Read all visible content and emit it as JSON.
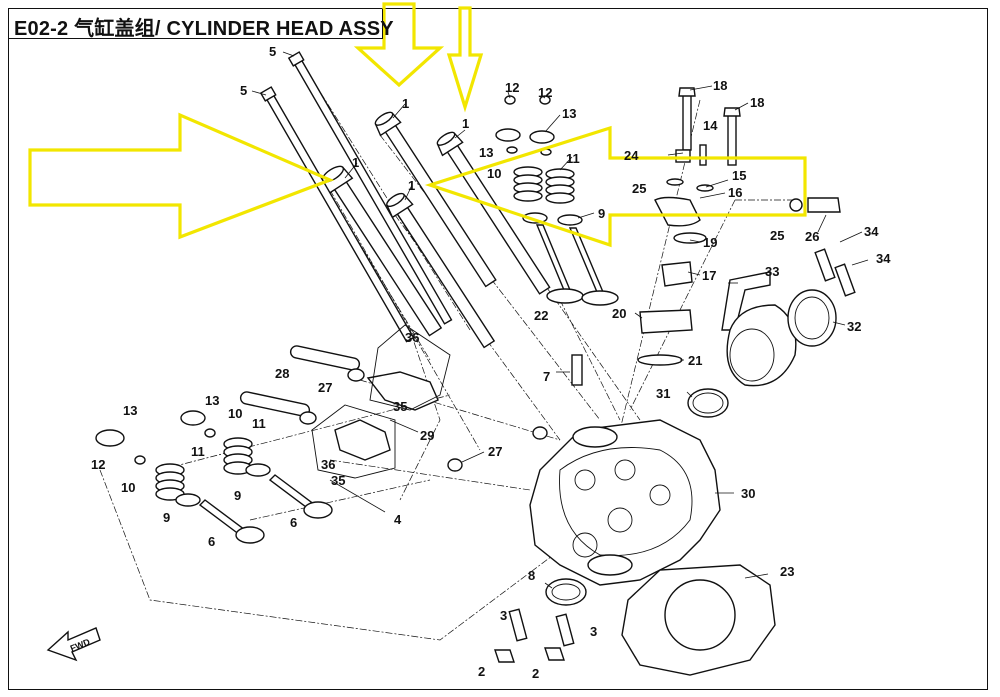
{
  "title": "E02-2 气缸盖组/ CYLINDER HEAD ASSY",
  "colors": {
    "line": "#111111",
    "highlight": "#f2e600",
    "background": "#ffffff"
  },
  "fwd_label": "FWD",
  "callouts": [
    "1",
    "1",
    "1",
    "1",
    "2",
    "2",
    "3",
    "3",
    "4",
    "5",
    "5",
    "6",
    "6",
    "7",
    "8",
    "9",
    "9",
    "9",
    "10",
    "10",
    "10",
    "11",
    "11",
    "11",
    "12",
    "12",
    "12",
    "13",
    "13",
    "13",
    "13",
    "14",
    "15",
    "16",
    "17",
    "18",
    "18",
    "19",
    "20",
    "21",
    "22",
    "23",
    "24",
    "25",
    "25",
    "26",
    "27",
    "27",
    "28",
    "29",
    "30",
    "31",
    "32",
    "33",
    "34",
    "34",
    "35",
    "35",
    "36",
    "36"
  ],
  "highlight_arrows": [
    {
      "direction": "right",
      "points_to": "1"
    },
    {
      "direction": "down",
      "points_to": "1"
    },
    {
      "direction": "down",
      "points_to": "1"
    },
    {
      "direction": "left",
      "points_to": "1"
    }
  ]
}
